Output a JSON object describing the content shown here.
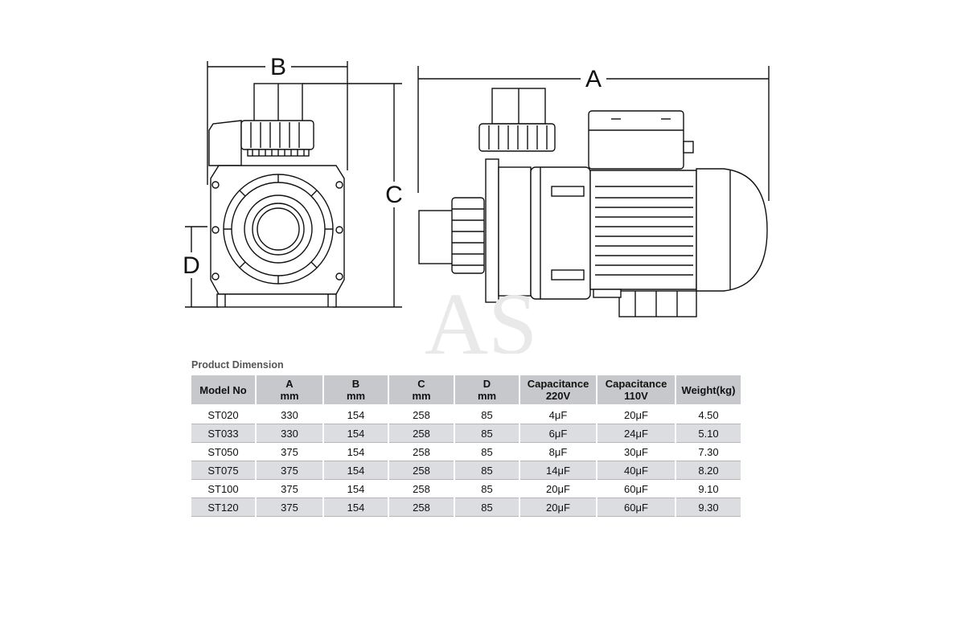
{
  "drawing": {
    "labels": {
      "a": "A",
      "b": "B",
      "c": "C",
      "d": "D"
    },
    "watermark": "AS"
  },
  "table": {
    "title": "Product Dimension",
    "headers": [
      {
        "line1": "Model No",
        "line2": ""
      },
      {
        "line1": "A",
        "line2": "mm"
      },
      {
        "line1": "B",
        "line2": "mm"
      },
      {
        "line1": "C",
        "line2": "mm"
      },
      {
        "line1": "D",
        "line2": "mm"
      },
      {
        "line1": "Capacitance",
        "line2": "220V"
      },
      {
        "line1": "Capacitance",
        "line2": "110V"
      },
      {
        "line1": "Weight(kg)",
        "line2": ""
      }
    ],
    "rows": [
      [
        "ST020",
        "330",
        "154",
        "258",
        "85",
        "4μF",
        "20μF",
        "4.50"
      ],
      [
        "ST033",
        "330",
        "154",
        "258",
        "85",
        "6μF",
        "24μF",
        "5.10"
      ],
      [
        "ST050",
        "375",
        "154",
        "258",
        "85",
        "8μF",
        "30μF",
        "7.30"
      ],
      [
        "ST075",
        "375",
        "154",
        "258",
        "85",
        "14μF",
        "40μF",
        "8.20"
      ],
      [
        "ST100",
        "375",
        "154",
        "258",
        "85",
        "20μF",
        "60μF",
        "9.10"
      ],
      [
        "ST120",
        "375",
        "154",
        "258",
        "85",
        "20μF",
        "60μF",
        "9.30"
      ]
    ]
  }
}
